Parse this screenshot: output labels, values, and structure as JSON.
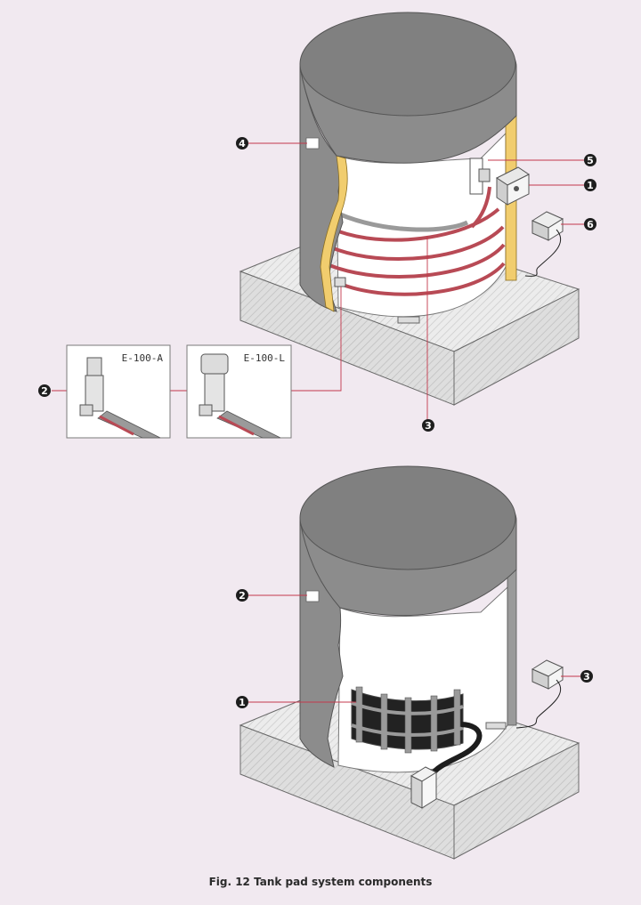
{
  "caption": "Fig. 12  Tank pad system components",
  "top_diagram": {
    "callouts": [
      "4",
      "5",
      "1",
      "6",
      "2",
      "3"
    ],
    "insets": [
      {
        "label": "E-100-A"
      },
      {
        "label": "E-100-L"
      }
    ]
  },
  "bottom_diagram": {
    "callouts": [
      "2",
      "1",
      "3"
    ]
  },
  "colors": {
    "background": "#f1e9f0",
    "tank": "#8c8c8c",
    "tank_top": "#808080",
    "insulation": "#f1cd6e",
    "heating_cable": "#b84a55",
    "callout_line": "#c4384c",
    "pad": "#e4e4e4"
  }
}
